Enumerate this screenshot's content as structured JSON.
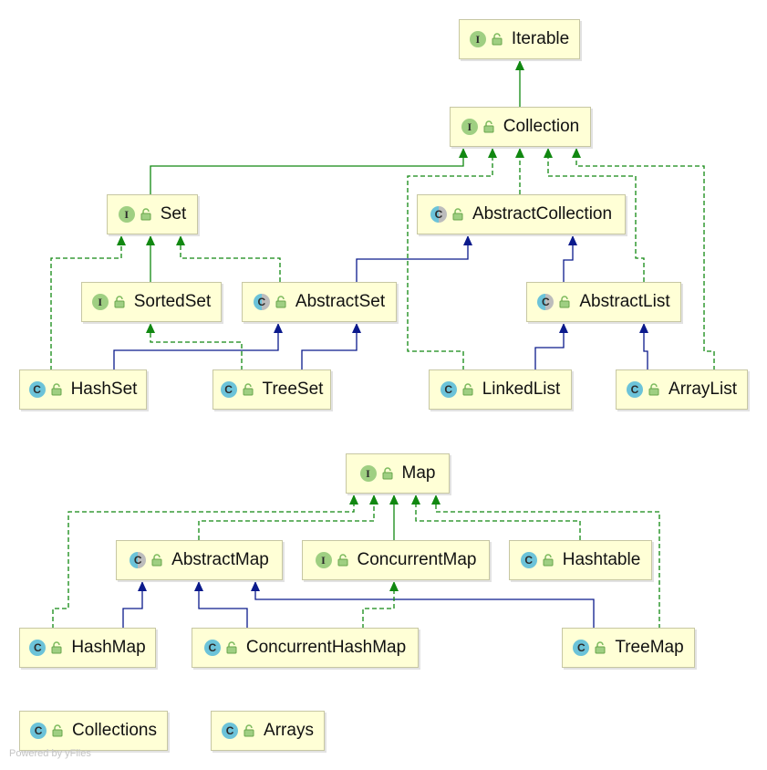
{
  "nodes": [
    {
      "id": "iterable",
      "label": "Iterable",
      "kind": "interface"
    },
    {
      "id": "collection",
      "label": "Collection",
      "kind": "interface"
    },
    {
      "id": "set",
      "label": "Set",
      "kind": "interface"
    },
    {
      "id": "abstractcollection",
      "label": "AbstractCollection",
      "kind": "abstract"
    },
    {
      "id": "sortedset",
      "label": "SortedSet",
      "kind": "interface"
    },
    {
      "id": "abstractset",
      "label": "AbstractSet",
      "kind": "abstract"
    },
    {
      "id": "abstractlist",
      "label": "AbstractList",
      "kind": "abstract"
    },
    {
      "id": "hashset",
      "label": "HashSet",
      "kind": "class"
    },
    {
      "id": "treeset",
      "label": "TreeSet",
      "kind": "class"
    },
    {
      "id": "linkedlist",
      "label": "LinkedList",
      "kind": "class"
    },
    {
      "id": "arraylist",
      "label": "ArrayList",
      "kind": "class"
    },
    {
      "id": "map",
      "label": "Map",
      "kind": "interface"
    },
    {
      "id": "abstractmap",
      "label": "AbstractMap",
      "kind": "abstract"
    },
    {
      "id": "concurrentmap",
      "label": "ConcurrentMap",
      "kind": "interface"
    },
    {
      "id": "hashtable",
      "label": "Hashtable",
      "kind": "class"
    },
    {
      "id": "hashmap",
      "label": "HashMap",
      "kind": "class"
    },
    {
      "id": "concurrenthashmap",
      "label": "ConcurrentHashMap",
      "kind": "class"
    },
    {
      "id": "treemap",
      "label": "TreeMap",
      "kind": "class"
    },
    {
      "id": "collections",
      "label": "Collections",
      "kind": "class"
    },
    {
      "id": "arrays",
      "label": "Arrays",
      "kind": "class"
    }
  ],
  "kind_letters": {
    "interface": "I",
    "class": "C",
    "abstract": "C"
  },
  "kind_icons": {
    "interface": "interface-icon",
    "class": "class-icon",
    "abstract": "abstract-class-icon"
  },
  "edge_colors": {
    "implements": "#118811",
    "extends": "#0b1a8c"
  },
  "footer": "Powered by yFiles"
}
